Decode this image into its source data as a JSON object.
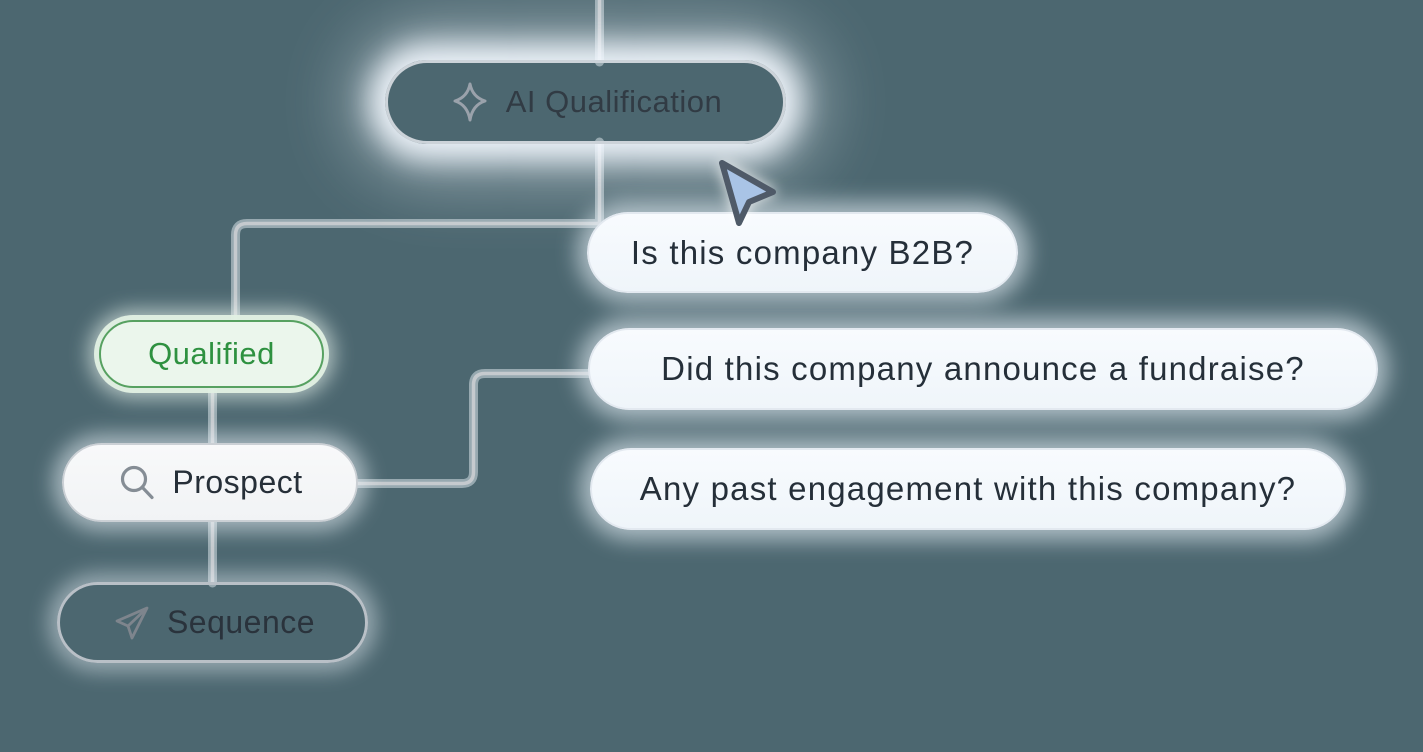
{
  "workflow": {
    "trigger": {
      "label": "AI Qualification",
      "icon": "sparkle-icon"
    },
    "criteria": [
      {
        "label": "Is this company B2B?"
      },
      {
        "label": "Did this company announce a fundraise?"
      },
      {
        "label": "Any past engagement with this company?"
      }
    ],
    "outcomes": [
      {
        "label": "Qualified",
        "variant": "success",
        "icon": null
      },
      {
        "label": "Prospect",
        "icon": "magnifier-icon"
      },
      {
        "label": "Sequence",
        "icon": "send-icon"
      }
    ]
  },
  "cursor": {
    "icon": "pointer-cursor-icon"
  },
  "colors": {
    "background": "#4C6770",
    "connector": "#c5cace",
    "dark_text": "#252f39",
    "qualified_text": "#2e9140",
    "qualified_fill": "#ebf6ec",
    "qualified_border": "#57a161",
    "bubble_fill": "#f3f8fc",
    "cursor_fill": "#a9c4e6",
    "cursor_stroke": "#4f5a68"
  }
}
